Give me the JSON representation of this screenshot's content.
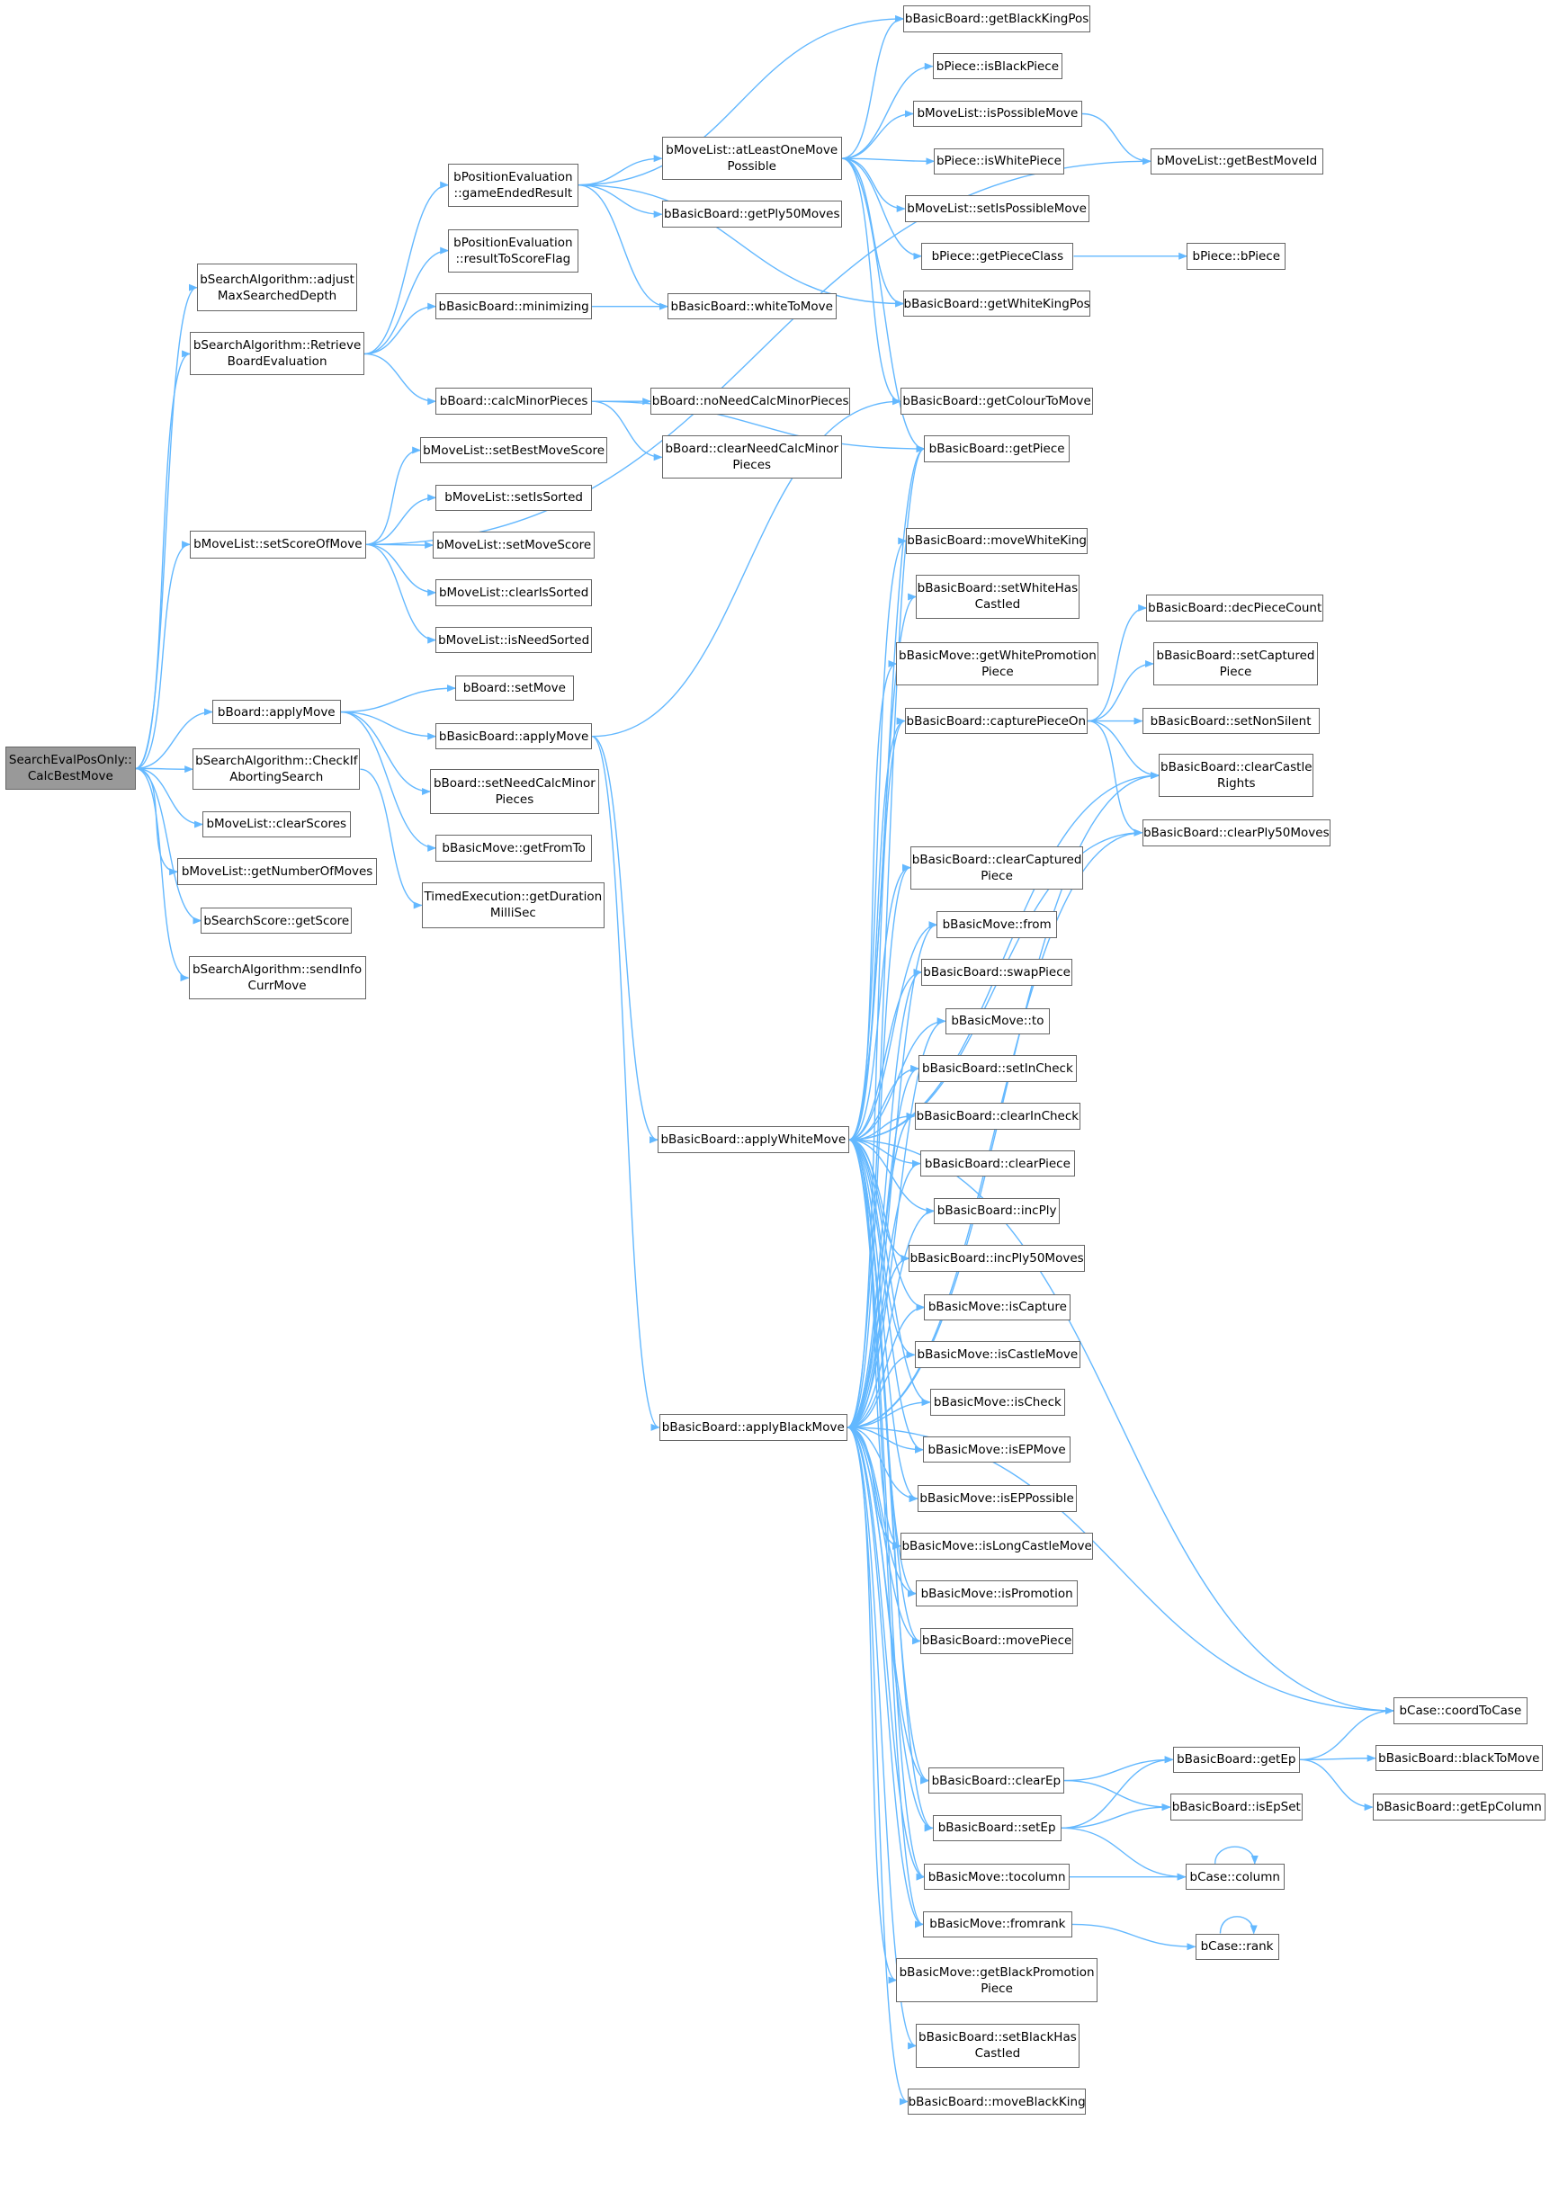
{
  "graph_title": "",
  "colors": {
    "edge": "#63b8ff",
    "border": "#666666",
    "root_fill": "#999999"
  },
  "nodes": {
    "n0": "SearchEvalPosOnly::\nCalcBestMove",
    "a1": "bSearchAlgorithm::adjust\nMaxSearchedDepth",
    "a2": "bSearchAlgorithm::Retrieve\nBoardEvaluation",
    "a3": "bMoveList::setScoreOfMove",
    "a4": "bBoard::applyMove",
    "a5": "bSearchAlgorithm::CheckIf\nAbortingSearch",
    "a6": "bMoveList::clearScores",
    "a7": "bMoveList::getNumberOfMoves",
    "a8": "bSearchScore::getScore",
    "a9": "bSearchAlgorithm::sendInfo\nCurrMove",
    "b1": "bPositionEvaluation\n::gameEndedResult",
    "b2": "bPositionEvaluation\n::resultToScoreFlag",
    "b3": "bBasicBoard::minimizing",
    "b4": "bBoard::calcMinorPieces",
    "b5": "bMoveList::setBestMoveScore",
    "b6": "bMoveList::setIsSorted",
    "b7": "bMoveList::setMoveScore",
    "b8": "bMoveList::clearIsSorted",
    "b9": "bMoveList::isNeedSorted",
    "b10": "bBoard::setMove",
    "b11": "bBasicBoard::applyMove",
    "b12": "bBoard::setNeedCalcMinor\nPieces",
    "b13": "bBasicMove::getFromTo",
    "b14": "TimedExecution::getDuration\nMilliSec",
    "c1": "bMoveList::atLeastOneMove\nPossible",
    "c2": "bBasicBoard::getPly50Moves",
    "c3": "bBasicBoard::whiteToMove",
    "c4": "bBoard::noNeedCalcMinorPieces",
    "c5": "bBoard::clearNeedCalcMinor\nPieces",
    "c6": "bBasicBoard::applyWhiteMove",
    "c7": "bBasicBoard::applyBlackMove",
    "d1": "bBasicBoard::getBlackKingPos",
    "d2": "bPiece::isBlackPiece",
    "d3": "bMoveList::isPossibleMove",
    "d4": "bPiece::isWhitePiece",
    "d5": "bMoveList::setIsPossibleMove",
    "d6": "bPiece::getPieceClass",
    "d7": "bBasicBoard::getWhiteKingPos",
    "d8": "bBasicBoard::getColourToMove",
    "d9": "bBasicBoard::getPiece",
    "d10": "bBasicBoard::moveWhiteKing",
    "d11": "bBasicBoard::setWhiteHas\nCastled",
    "d12": "bBasicMove::getWhitePromotion\nPiece",
    "d13": "bBasicBoard::capturePieceOn",
    "d14": "bBasicBoard::clearCaptured\nPiece",
    "d15": "bBasicMove::from",
    "d16": "bBasicBoard::swapPiece",
    "d17": "bBasicMove::to",
    "d18": "bBasicBoard::setInCheck",
    "d19": "bBasicBoard::clearInCheck",
    "d20": "bBasicBoard::clearPiece",
    "d21": "bBasicBoard::incPly",
    "d22": "bBasicBoard::incPly50Moves",
    "d23": "bBasicMove::isCapture",
    "d24": "bBasicMove::isCastleMove",
    "d25": "bBasicMove::isCheck",
    "d26": "bBasicMove::isEPMove",
    "d27": "bBasicMove::isEPPossible",
    "d28": "bBasicMove::isLongCastleMove",
    "d29": "bBasicMove::isPromotion",
    "d30": "bBasicBoard::movePiece",
    "d31": "bBasicBoard::clearEp",
    "d32": "bBasicBoard::setEp",
    "d33": "bBasicMove::tocolumn",
    "d34": "bBasicMove::fromrank",
    "d35": "bBasicMove::getBlackPromotion\nPiece",
    "d36": "bBasicBoard::setBlackHas\nCastled",
    "d37": "bBasicBoard::moveBlackKing",
    "e1": "bMoveList::getBestMoveId",
    "e2": "bPiece::bPiece",
    "e3": "bBasicBoard::decPieceCount",
    "e4": "bBasicBoard::setCaptured\nPiece",
    "e5": "bBasicBoard::setNonSilent",
    "e6": "bBasicBoard::clearCastle\nRights",
    "e7": "bBasicBoard::clearPly50Moves",
    "e8": "bBasicBoard::getEp",
    "e9": "bBasicBoard::isEpSet",
    "e10": "bCase::column",
    "e11": "bCase::rank",
    "f1": "bCase::coordToCase",
    "f2": "bBasicBoard::blackToMove",
    "f3": "bBasicBoard::getEpColumn"
  },
  "root": "n0",
  "edges": [
    [
      "n0",
      "a1"
    ],
    [
      "n0",
      "a2"
    ],
    [
      "n0",
      "a3"
    ],
    [
      "n0",
      "a4"
    ],
    [
      "n0",
      "a5"
    ],
    [
      "n0",
      "a6"
    ],
    [
      "n0",
      "a7"
    ],
    [
      "n0",
      "a8"
    ],
    [
      "n0",
      "a9"
    ],
    [
      "a2",
      "b1"
    ],
    [
      "a2",
      "b2"
    ],
    [
      "a2",
      "b3"
    ],
    [
      "a2",
      "b4"
    ],
    [
      "b1",
      "c1"
    ],
    [
      "b1",
      "c2"
    ],
    [
      "b1",
      "c3"
    ],
    [
      "b1",
      "d1"
    ],
    [
      "b1",
      "d7"
    ],
    [
      "c1",
      "d1"
    ],
    [
      "c1",
      "d2"
    ],
    [
      "c1",
      "d3"
    ],
    [
      "c1",
      "d4"
    ],
    [
      "c1",
      "d5"
    ],
    [
      "c1",
      "d6"
    ],
    [
      "c1",
      "d7"
    ],
    [
      "c1",
      "d8"
    ],
    [
      "c1",
      "d9"
    ],
    [
      "d3",
      "e1"
    ],
    [
      "d6",
      "e2"
    ],
    [
      "b3",
      "c3"
    ],
    [
      "b4",
      "c4"
    ],
    [
      "b4",
      "c5"
    ],
    [
      "b4",
      "d9"
    ],
    [
      "a3",
      "e1"
    ],
    [
      "a3",
      "b5"
    ],
    [
      "a3",
      "b6"
    ],
    [
      "a3",
      "b7"
    ],
    [
      "a3",
      "b8"
    ],
    [
      "a3",
      "b9"
    ],
    [
      "a4",
      "b10"
    ],
    [
      "a4",
      "b11"
    ],
    [
      "a4",
      "b12"
    ],
    [
      "a4",
      "b13"
    ],
    [
      "a5",
      "b14"
    ],
    [
      "b11",
      "d8"
    ],
    [
      "b11",
      "c6"
    ],
    [
      "b11",
      "c7"
    ],
    [
      "c6",
      "d9"
    ],
    [
      "c6",
      "d10"
    ],
    [
      "c6",
      "d11"
    ],
    [
      "c6",
      "d12"
    ],
    [
      "c6",
      "d13"
    ],
    [
      "c6",
      "d14"
    ],
    [
      "c6",
      "d15"
    ],
    [
      "c6",
      "d16"
    ],
    [
      "c6",
      "d17"
    ],
    [
      "c6",
      "d18"
    ],
    [
      "c6",
      "d19"
    ],
    [
      "c6",
      "d20"
    ],
    [
      "c6",
      "d21"
    ],
    [
      "c6",
      "d22"
    ],
    [
      "c6",
      "d23"
    ],
    [
      "c6",
      "d24"
    ],
    [
      "c6",
      "d25"
    ],
    [
      "c6",
      "d26"
    ],
    [
      "c6",
      "d27"
    ],
    [
      "c6",
      "d28"
    ],
    [
      "c6",
      "d29"
    ],
    [
      "c6",
      "d30"
    ],
    [
      "c6",
      "d31"
    ],
    [
      "c6",
      "d32"
    ],
    [
      "c6",
      "d33"
    ],
    [
      "c6",
      "d34"
    ],
    [
      "c6",
      "e6"
    ],
    [
      "c6",
      "e7"
    ],
    [
      "c6",
      "f1"
    ],
    [
      "c7",
      "d9"
    ],
    [
      "c7",
      "d13"
    ],
    [
      "c7",
      "d14"
    ],
    [
      "c7",
      "d15"
    ],
    [
      "c7",
      "d16"
    ],
    [
      "c7",
      "d17"
    ],
    [
      "c7",
      "d18"
    ],
    [
      "c7",
      "d19"
    ],
    [
      "c7",
      "d20"
    ],
    [
      "c7",
      "d21"
    ],
    [
      "c7",
      "d22"
    ],
    [
      "c7",
      "d23"
    ],
    [
      "c7",
      "d24"
    ],
    [
      "c7",
      "d25"
    ],
    [
      "c7",
      "d26"
    ],
    [
      "c7",
      "d27"
    ],
    [
      "c7",
      "d28"
    ],
    [
      "c7",
      "d29"
    ],
    [
      "c7",
      "d30"
    ],
    [
      "c7",
      "d31"
    ],
    [
      "c7",
      "d32"
    ],
    [
      "c7",
      "d33"
    ],
    [
      "c7",
      "d34"
    ],
    [
      "c7",
      "d35"
    ],
    [
      "c7",
      "d36"
    ],
    [
      "c7",
      "d37"
    ],
    [
      "c7",
      "e6"
    ],
    [
      "c7",
      "e7"
    ],
    [
      "c7",
      "f1"
    ],
    [
      "d13",
      "e3"
    ],
    [
      "d13",
      "e4"
    ],
    [
      "d13",
      "e5"
    ],
    [
      "d13",
      "e6"
    ],
    [
      "d13",
      "e7"
    ],
    [
      "d31",
      "e8"
    ],
    [
      "d31",
      "e9"
    ],
    [
      "d32",
      "e8"
    ],
    [
      "d32",
      "e9"
    ],
    [
      "d32",
      "e10"
    ],
    [
      "e8",
      "f1"
    ],
    [
      "e8",
      "f2"
    ],
    [
      "e8",
      "f3"
    ],
    [
      "d33",
      "e10"
    ],
    [
      "d34",
      "e11"
    ],
    [
      "e10",
      "e10"
    ],
    [
      "e11",
      "e11"
    ]
  ]
}
